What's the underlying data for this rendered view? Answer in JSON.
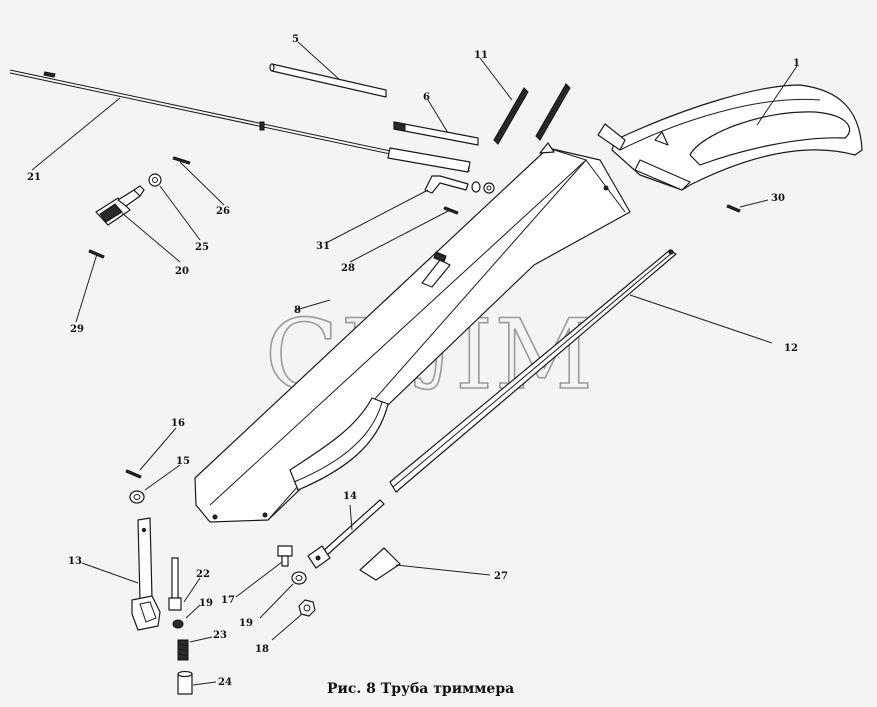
{
  "watermark": "СЕЛМ",
  "caption": "Рис. 8  Труба триммера",
  "callouts": {
    "p1": "1",
    "p5": "5",
    "p6": "6",
    "p8": "8",
    "p11": "11",
    "p12": "12",
    "p13": "13",
    "p14": "14",
    "p15": "15",
    "p16": "16",
    "p17": "17",
    "p18": "18",
    "p19a": "19",
    "p19b": "19",
    "p20": "20",
    "p21": "21",
    "p22": "22",
    "p23": "23",
    "p24": "24",
    "p25": "25",
    "p26": "26",
    "p27": "27",
    "p28": "28",
    "p29": "29",
    "p30": "30",
    "p31": "31"
  }
}
